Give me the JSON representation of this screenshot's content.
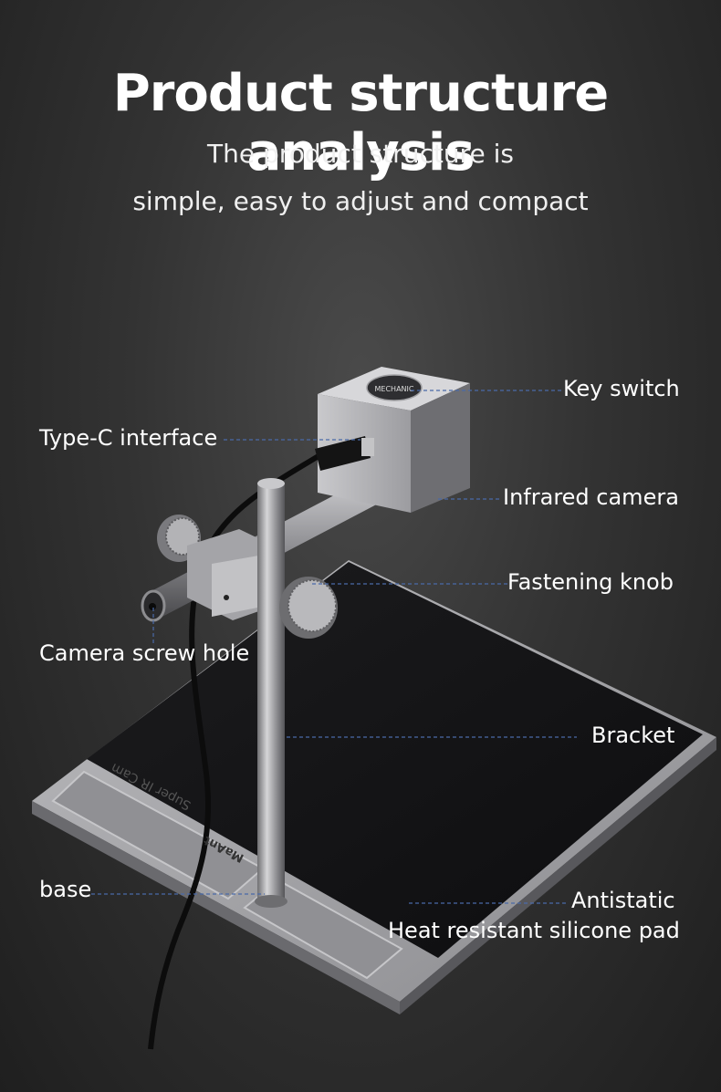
{
  "header": {
    "title": "Product structure analysis",
    "subtitle_line1": "The product structure is",
    "subtitle_line2": "simple, easy to adjust and compact"
  },
  "callouts": {
    "key_switch": "Key switch",
    "type_c": "Type-C interface",
    "infrared_camera": "Infrared camera",
    "fastening_knob": "Fastening knob",
    "camera_screw_hole": "Camera screw hole",
    "bracket": "Bracket",
    "base": "base",
    "antistatic": "Antistatic",
    "silicone_pad": "Heat resistant silicone pad"
  },
  "product_markings": {
    "brand_logo": "MECHANIC",
    "brand_sub": "MaAnt",
    "base_text": "Super IR Cam"
  },
  "colors": {
    "background": "#333333",
    "leader_line": "#4a6aa8",
    "metal": "#a8a8ac",
    "pad": "#141416"
  }
}
